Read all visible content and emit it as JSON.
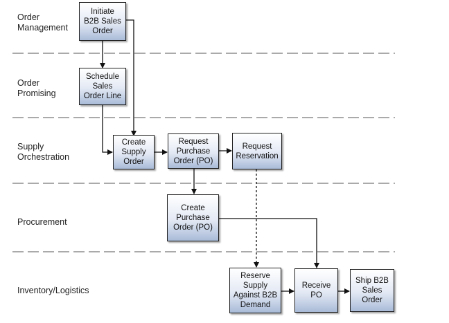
{
  "lanes": [
    {
      "id": "order-management",
      "label": "Order\nManagement"
    },
    {
      "id": "order-promising",
      "label": "Order\nPromising"
    },
    {
      "id": "supply-orchestration",
      "label": "Supply\nOrchestration"
    },
    {
      "id": "procurement",
      "label": "Procurement"
    },
    {
      "id": "inventory-logistics",
      "label": "Inventory/Logistics"
    }
  ],
  "boxes": {
    "initiate": "Initiate\nB2B Sales\nOrder",
    "schedule": "Schedule\nSales\nOrder Line",
    "create_supply": "Create\nSupply\nOrder",
    "request_po": "Request\nPurchase\nOrder (PO)",
    "request_reservation": "Request\nReservation",
    "create_po": "Create\nPurchase\nOrder (PO)",
    "reserve_supply": "Reserve\nSupply\nAgainst B2B\nDemand",
    "receive_po": "Receive\nPO",
    "ship": "Ship B2B\nSales\nOrder"
  }
}
